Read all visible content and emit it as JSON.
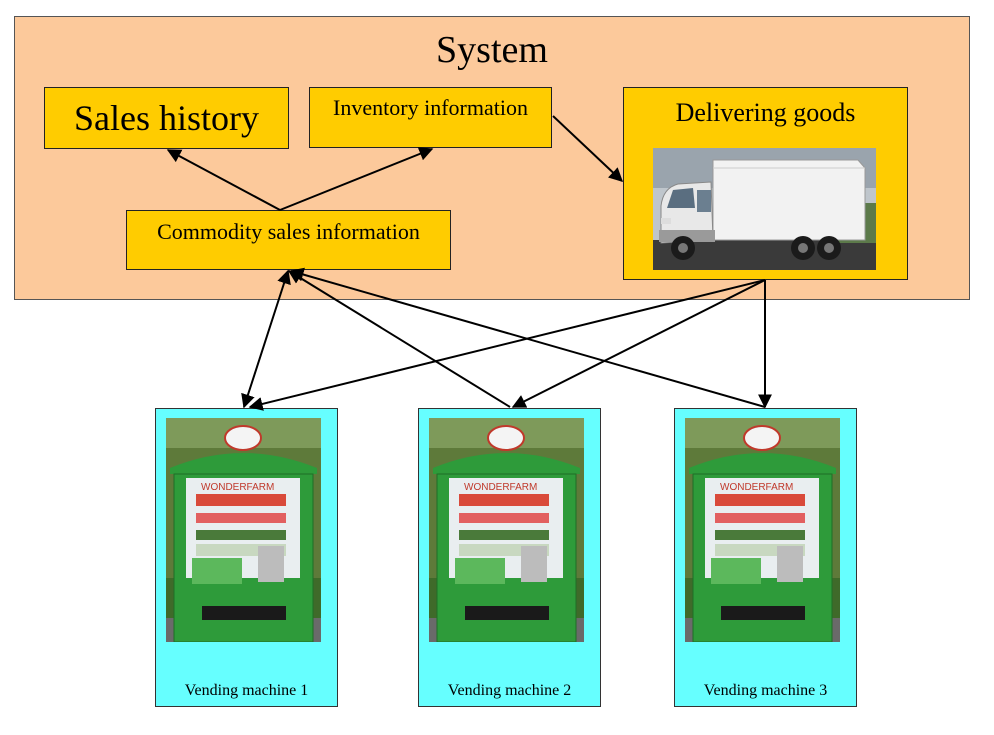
{
  "system": {
    "title": "System"
  },
  "boxes": {
    "sales_history": "Sales history",
    "inventory_information": "Inventory information",
    "commodity_sales_information": "Commodity sales information",
    "delivering_goods": "Delivering goods"
  },
  "vending_machines": [
    {
      "label": "Vending machine 1"
    },
    {
      "label": "Vending machine 2"
    },
    {
      "label": "Vending machine 3"
    }
  ],
  "vending_machine_logo_text": "WONDERFARM",
  "colors": {
    "system_bg": "#fcc99b",
    "box_yellow": "#ffcc00",
    "machine_bg": "#66ffff",
    "machine_green": "#2e9b3a"
  }
}
